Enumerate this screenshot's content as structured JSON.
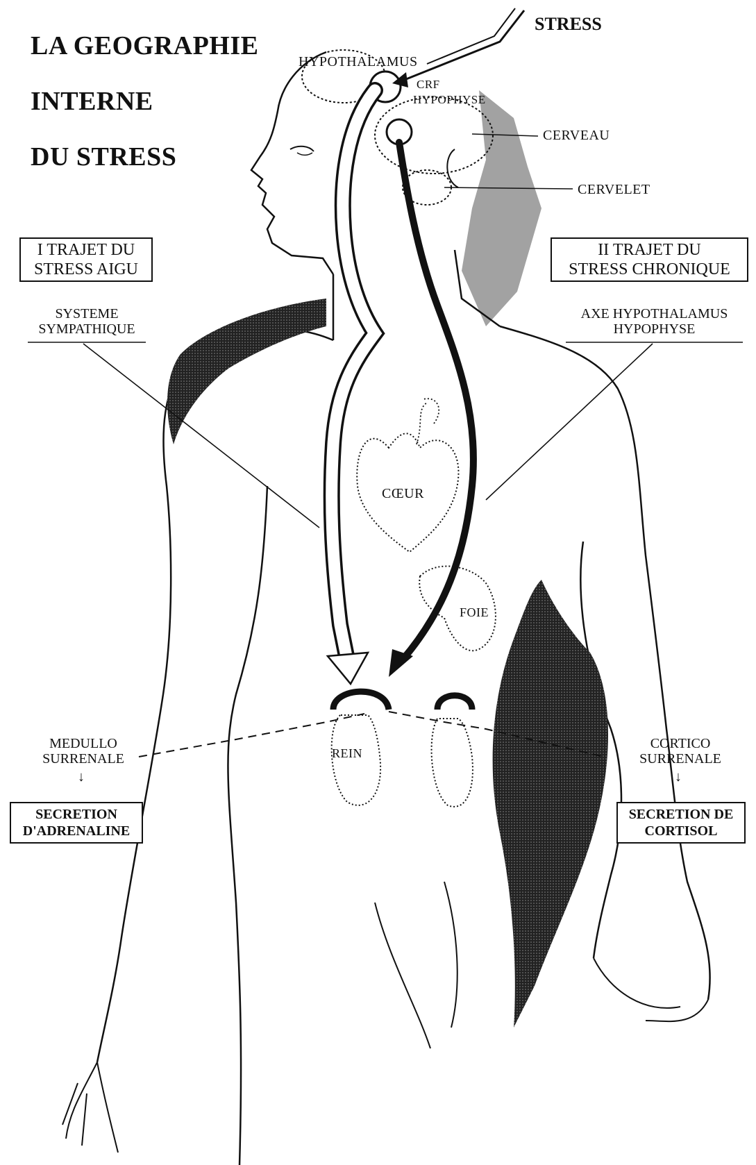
{
  "title": {
    "line1": "LA GEOGRAPHIE",
    "line2": "INTERNE",
    "line3": "DU STRESS"
  },
  "labels": {
    "stress": "STRESS",
    "hypothalamus": "HYPOTHALAMUS",
    "hypophyse_a": "CRF",
    "hypophyse_b": "HYPOPHYSE",
    "cerveau": "CERVEAU",
    "cervelet": "CERVELET",
    "coeur": "CŒUR",
    "foie": "FOIE",
    "rein": "REIN"
  },
  "acute": {
    "box_line1": "I TRAJET DU",
    "box_line2": "STRESS AIGU",
    "system_line1": "SYSTEME",
    "system_line2": "SYMPATHIQUE",
    "gland_line1": "MEDULLO",
    "gland_line2": "SURRENALE",
    "arrow": "↓",
    "secretion_line1": "SECRETION",
    "secretion_line2": "D'ADRENALINE"
  },
  "chronic": {
    "box_line1": "II TRAJET DU",
    "box_line2": "STRESS CHRONIQUE",
    "axis_line1": "AXE HYPOTHALAMUS",
    "axis_line2": "HYPOPHYSE",
    "gland_line1": "CORTICO",
    "gland_line2": "SURRENALE",
    "arrow": "↓",
    "secretion_line1": "SECRETION DE",
    "secretion_line2": "CORTISOL"
  }
}
